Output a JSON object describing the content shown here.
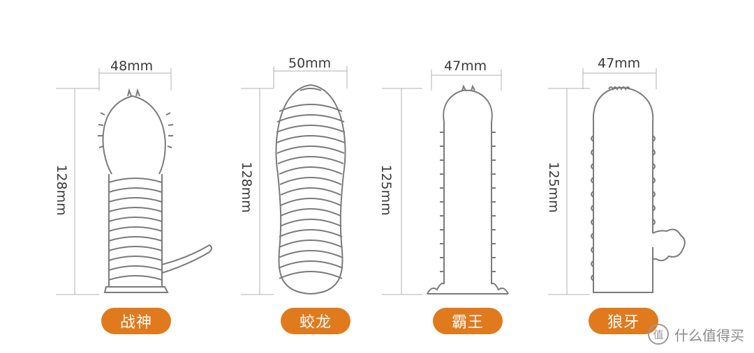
{
  "products": [
    {
      "name": "战神",
      "width_label": "48mm",
      "height_label": "128mm"
    },
    {
      "name": "蛟龙",
      "width_label": "50mm",
      "height_label": "128mm"
    },
    {
      "name": "霸王",
      "width_label": "47mm",
      "height_label": "125mm"
    },
    {
      "name": "狼牙",
      "width_label": "47mm",
      "height_label": "125mm"
    }
  ],
  "watermark": {
    "badge": "值",
    "text": "什么值得买"
  },
  "colors": {
    "accent": "#e07a1d",
    "line": "#7a7a7a",
    "dim_line": "#b0b0b0"
  }
}
